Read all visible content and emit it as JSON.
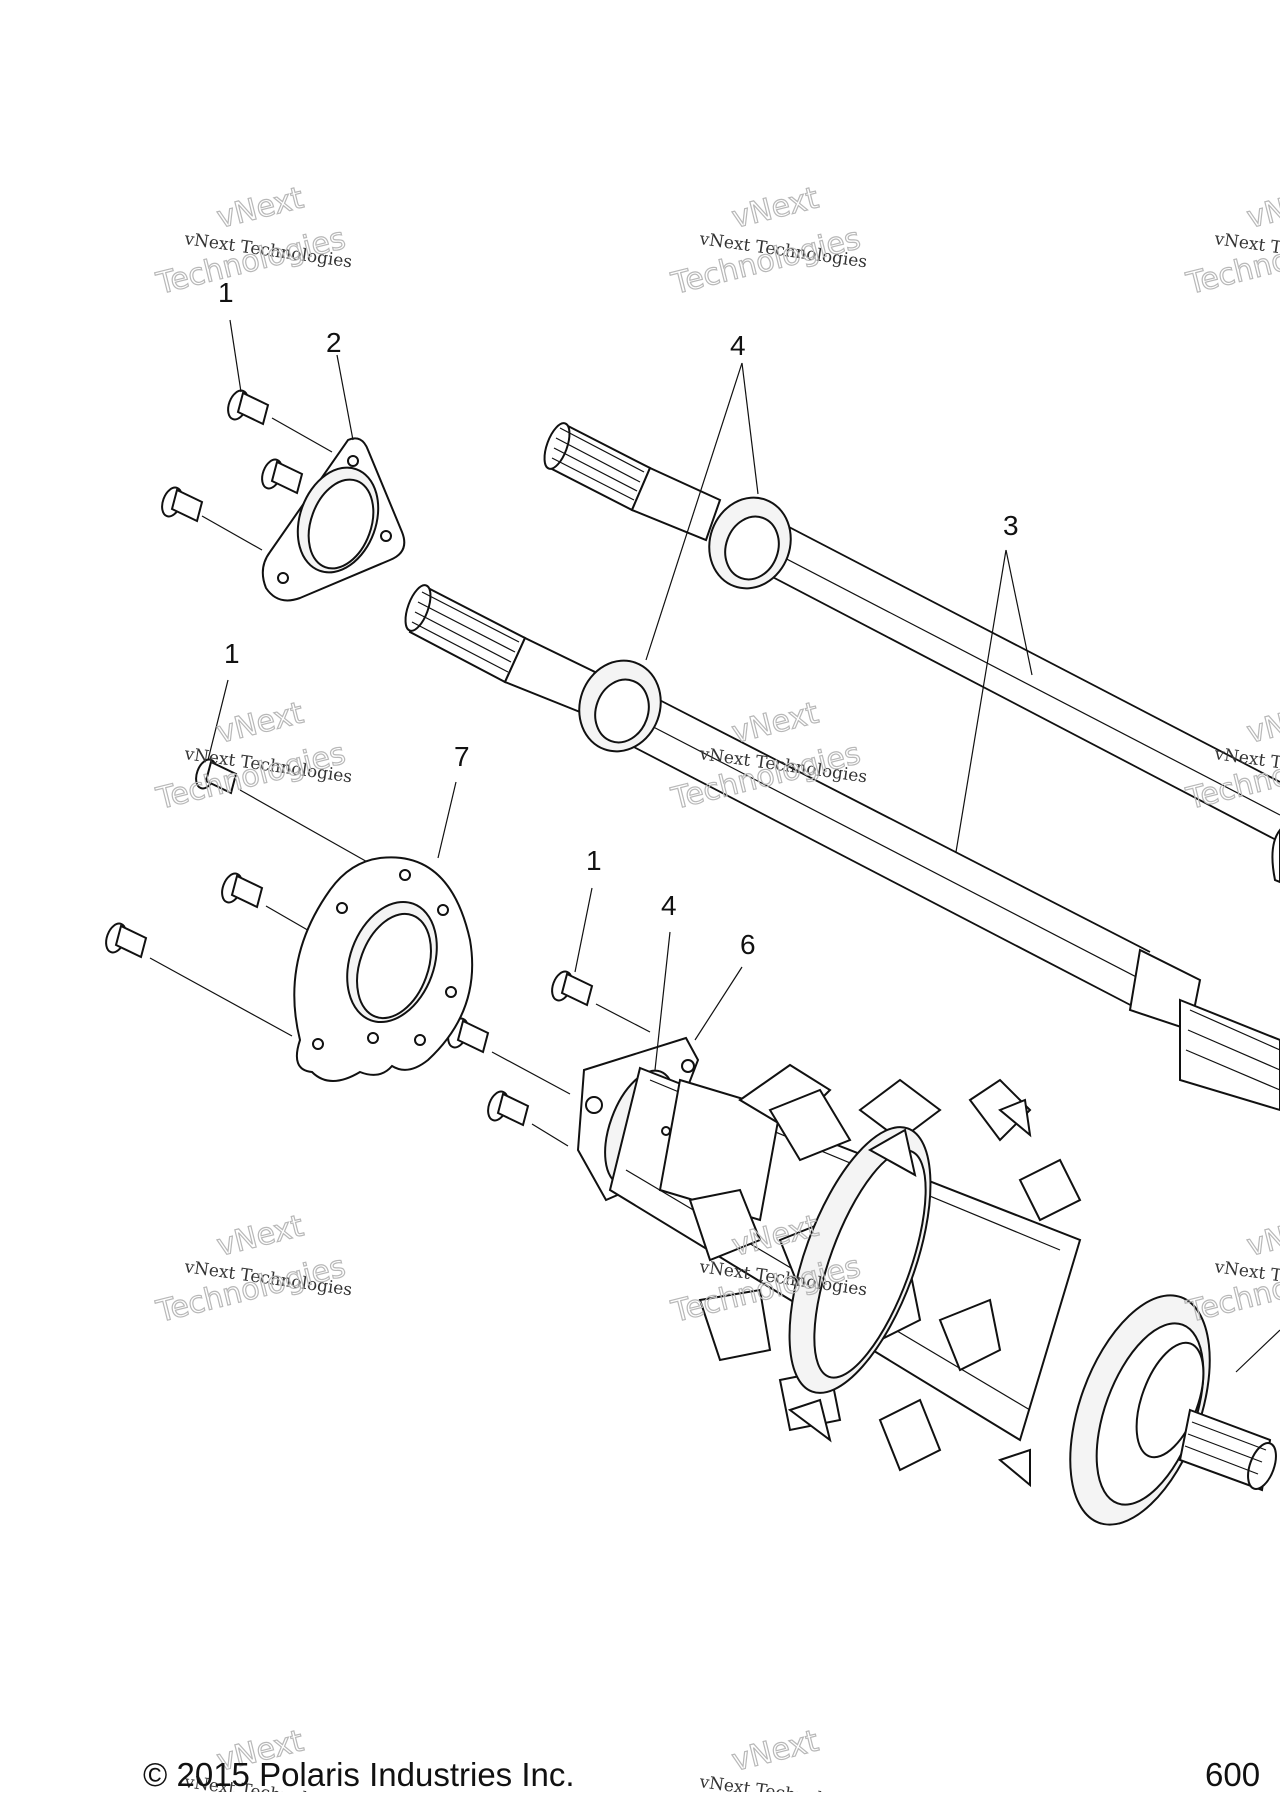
{
  "callouts": {
    "c1a": "1",
    "c2": "2",
    "c4a": "4",
    "c3": "3",
    "c1b": "1",
    "c7": "7",
    "c1c": "1",
    "c4b": "4",
    "c6": "6"
  },
  "watermark": {
    "line1": "vNext",
    "line2": "vNext Technologies",
    "line3": "Technologies"
  },
  "footer": {
    "copyright": "© 2015 Polaris Industries Inc.",
    "figure_number": "600"
  }
}
